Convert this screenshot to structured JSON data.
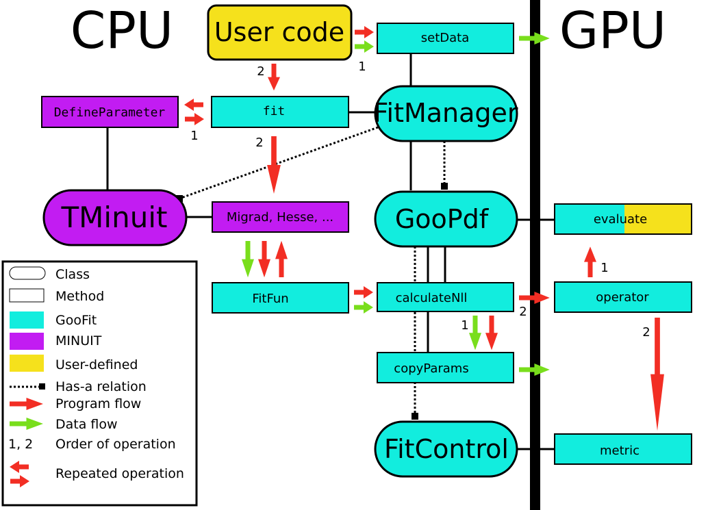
{
  "colors": {
    "goofit": "#12EDDE",
    "minuit": "#C21CF2",
    "user": "#F5E11C",
    "program_flow": "#F22E24",
    "data_flow": "#79DE1C",
    "divider": "#000000"
  },
  "headings": {
    "cpu": "CPU",
    "gpu": "GPU"
  },
  "nodes": {
    "user_code": "User code",
    "set_data": "setData",
    "fit": "fit",
    "define_parameter": "DefineParameter",
    "fit_manager": "FitManager",
    "tminuit": "TMinuit",
    "migrad": "Migrad, Hesse, ...",
    "goo_pdf": "GooPdf",
    "evaluate": "evaluate",
    "fit_fun": "FitFun",
    "calculate_nll": "calculateNll",
    "operator": "operator",
    "copy_params": "copyParams",
    "fit_control": "FitControl",
    "metric": "metric"
  },
  "order_labels": {
    "set_data": "1",
    "user_to_fit": "2",
    "define_parameter": "1",
    "fit_to_migrad": "2",
    "operator_to_evaluate": "1",
    "calc_to_copy": "1",
    "calc_to_operator": "2",
    "operator_to_metric": "2"
  },
  "legend": {
    "class": "Class",
    "method": "Method",
    "goofit": "GooFit",
    "minuit": "MINUIT",
    "user_defined": "User-defined",
    "has_a": "Has-a relation",
    "program_flow": "Program flow",
    "data_flow": "Data flow",
    "order_symbol": "1, 2",
    "order": "Order of operation",
    "repeated": "Repeated operation"
  }
}
